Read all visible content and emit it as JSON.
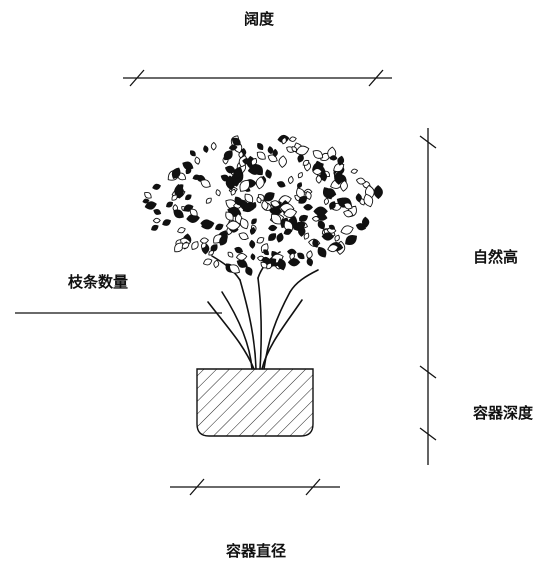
{
  "labels": {
    "width": "阔度",
    "branch_count": "枝条数量",
    "natural_height": "自然高",
    "container_depth": "容器深度",
    "container_diameter": "容器直径"
  },
  "colors": {
    "stroke": "#111111",
    "background": "#ffffff"
  }
}
